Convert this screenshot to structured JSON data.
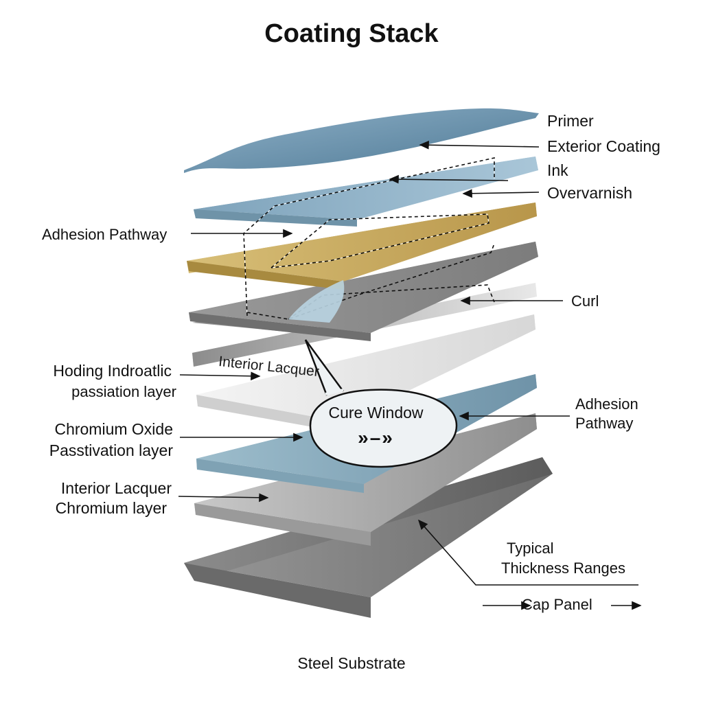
{
  "title": "Coating Stack",
  "right_labels": {
    "primer": "Primer",
    "exterior_coating": "Exterior Coating",
    "ink": "Ink",
    "overvarnish": "Overvarnish",
    "curl": "Curl",
    "adhesion_pathway_line1": "Adhesion",
    "adhesion_pathway_line2": "Pathway",
    "typical_line1": "Typical",
    "typical_line2": "Thickness Ranges",
    "cap_panel": "Cap Panel"
  },
  "left_labels": {
    "adhesion_pathway": "Adhesion Pathway",
    "hoding_line1": "Hoding Indroatlic",
    "hoding_line2": "passiation layer",
    "chromium_oxide_line1": "Chromium Oxide",
    "chromium_oxide_line2": "Passtivation layer",
    "interior_lacquer_line1": "Interior Lacquer",
    "interior_lacquer_line2": "Chromium layer"
  },
  "layer_text": "Interior Lacquer",
  "callout": {
    "title": "Cure Window",
    "symbol": "»–»"
  },
  "footer": "Steel Substrate",
  "colors": {
    "curved_top": "#5f8aa6",
    "top_blue": "#8fb4cc",
    "gold": "#c9a95a",
    "gray_dark": "#8a8a8a",
    "gray_mid": "#a3a3a3",
    "white_layer": "#e6e6e6",
    "blue_layer": "#8eb2c4",
    "silver": "#b5b5b5",
    "substrate": "#7a7a7a"
  }
}
